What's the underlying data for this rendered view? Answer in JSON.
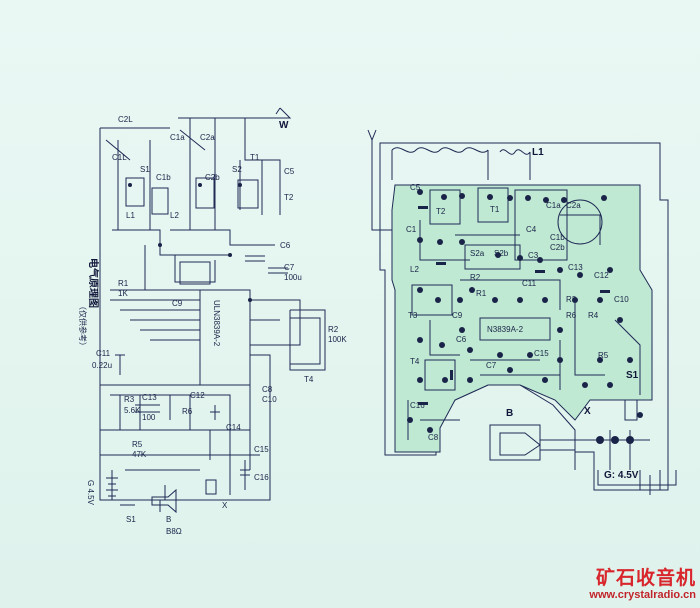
{
  "schematic": {
    "title": "电气原理图",
    "subtitle": "（仅供参考）",
    "ic": "ULN3839A-2",
    "antenna": "W",
    "power_label": "G 4.5V",
    "labels": [
      "C2L",
      "C1L",
      "C1a",
      "C2a",
      "S1",
      "S2",
      "C1b",
      "C2b",
      "L1",
      "L2",
      "R1",
      "1K",
      "C11",
      "0.22u",
      "R3",
      "5.6K",
      "C13",
      "100",
      "R6",
      "R5",
      "47K",
      "T4",
      "R2",
      "100K",
      "C5",
      "C6",
      "C7",
      "100u",
      "C9",
      "C14",
      "C15",
      "C16",
      "C12",
      "C8",
      "C10",
      "X",
      "B",
      "S1",
      "B8Ω",
      "T2",
      "T1"
    ]
  },
  "pcb": {
    "ic": "N3839A-2",
    "antenna_coil": "L1",
    "speaker": "B",
    "switch": "S1",
    "power_label": "G: 4.5V",
    "labels": [
      "C5",
      "T2",
      "T1",
      "C1",
      "L2",
      "C4",
      "C1a",
      "C2a",
      "C1b",
      "C2b",
      "S2a",
      "S2b",
      "C3",
      "C13",
      "C12",
      "R1",
      "C11",
      "C10",
      "T3",
      "R3",
      "R6",
      "R4",
      "C9",
      "C6",
      "R5",
      "T4",
      "C7",
      "C15",
      "C16",
      "C8",
      "X",
      "R2"
    ]
  },
  "watermark": {
    "cn": "矿石收音机",
    "url": "www.crystalradio.cn"
  }
}
